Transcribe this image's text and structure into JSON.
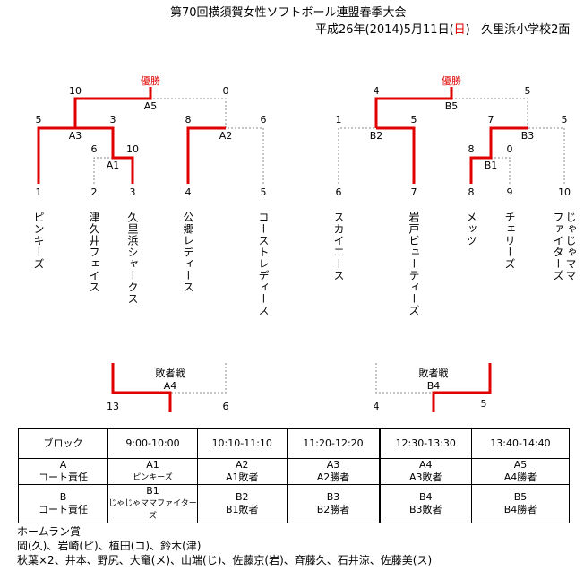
{
  "title": "第70回横須賀女性ソフトボール連盟春季大会",
  "date_prefix": "平成26年(2014)5月11日(",
  "date_day": "日",
  "date_suffix": ")",
  "venue": "久里浜小学校2面",
  "winner_label": "優勝",
  "consolation_label": "敗者戦",
  "teams": [
    {
      "num": "1",
      "name": "ピンキーズ"
    },
    {
      "num": "2",
      "name": "津久井フェイス"
    },
    {
      "num": "3",
      "name": "久里浜シャークス"
    },
    {
      "num": "4",
      "name": "公郷レディース"
    },
    {
      "num": "5",
      "name": "コーストレディース"
    },
    {
      "num": "6",
      "name": "スカイエース"
    },
    {
      "num": "7",
      "name": "岩戸ビューティーズ"
    },
    {
      "num": "8",
      "name": "メッツ"
    },
    {
      "num": "9",
      "name": "チェリーズ"
    },
    {
      "num": "10",
      "name": "じゃじゃママ\nファイターズ"
    }
  ],
  "games": {
    "A1": {
      "label": "A1",
      "left": "6",
      "right": "10"
    },
    "A2": {
      "label": "A2",
      "left": "8",
      "right": "6"
    },
    "A3": {
      "label": "A3",
      "left": "5",
      "right": "3"
    },
    "A5": {
      "label": "A5",
      "left": "10",
      "right": "0"
    },
    "A4": {
      "label": "A4",
      "left": "13",
      "right": "6"
    },
    "B1": {
      "label": "B1",
      "left": "8",
      "right": "0"
    },
    "B2": {
      "label": "B2",
      "left": "1",
      "right": "5"
    },
    "B3": {
      "label": "B3",
      "left": "7",
      "right": "5"
    },
    "B5": {
      "label": "B5",
      "left": "4",
      "right": "5"
    },
    "B4": {
      "label": "B4",
      "left": "4",
      "right": "5"
    }
  },
  "schedule": {
    "headers": [
      "ブロック",
      "9:00-10:00",
      "10:10-11:10",
      "11:20-12:20",
      "12:30-13:30",
      "13:40-14:40"
    ],
    "rowA_top": [
      "A",
      "A1",
      "A2",
      "A3",
      "A4",
      "A5"
    ],
    "rowA_bottom": [
      "コート責任",
      "ピンキーズ",
      "A1敗者",
      "A2勝者",
      "A3敗者",
      "A4勝者"
    ],
    "rowB_top": [
      "B",
      "B1",
      "B2",
      "B3",
      "B4",
      "B5"
    ],
    "rowB_bottom": [
      "コート責任",
      "じゃじゃママファイターズ",
      "B1敗者",
      "B2勝者",
      "B3敗者",
      "B4勝者"
    ]
  },
  "home_runs": {
    "heading": "ホームラン賞",
    "line1": "岡(久)、岩崎(ピ)、植田(コ)、鈴木(津)",
    "line2": "秋葉×2、井本、野尻、大竃(メ)、山端(じ)、佐藤京(岩)、斉藤久、石井涼、佐藤美(ス)"
  },
  "colors": {
    "win_line": "#e00000",
    "lose_line": "#888888"
  }
}
